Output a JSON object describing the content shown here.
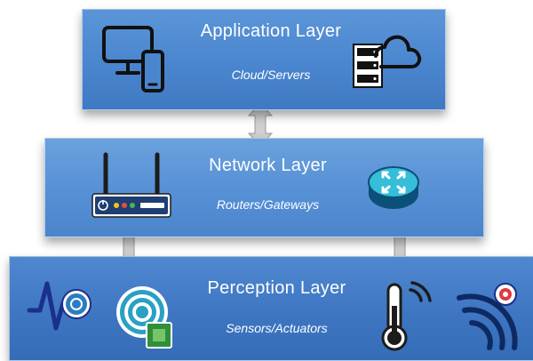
{
  "layers": {
    "application": {
      "title": "Application  Layer",
      "subtitle": "Cloud/Servers"
    },
    "network": {
      "title": "Network Layer",
      "subtitle": "Routers/Gateways"
    },
    "perception": {
      "title": "Perception Layer",
      "subtitle": "Sensors/Actuators"
    }
  },
  "icons": {
    "application": [
      "monitor-icon",
      "smartphone-icon",
      "server-icon",
      "cloud-icon"
    ],
    "network": [
      "wifi-router-icon",
      "router-icon"
    ],
    "perception": [
      "pulse-sensor-icon",
      "proximity-sensor-icon",
      "thermometer-icon",
      "radar-signal-icon"
    ]
  },
  "arrows": [
    "app-network-arrow",
    "router-perception-arrow",
    "gateway-perception-arrow"
  ],
  "colors": {
    "application_layer": "#4a86cf",
    "network_layer": "#5690d5",
    "perception_layer": "#3e76c2",
    "arrow_fill": "#cfcfcf",
    "icon_dark": "#111111",
    "icon_light": "#ffffff"
  }
}
